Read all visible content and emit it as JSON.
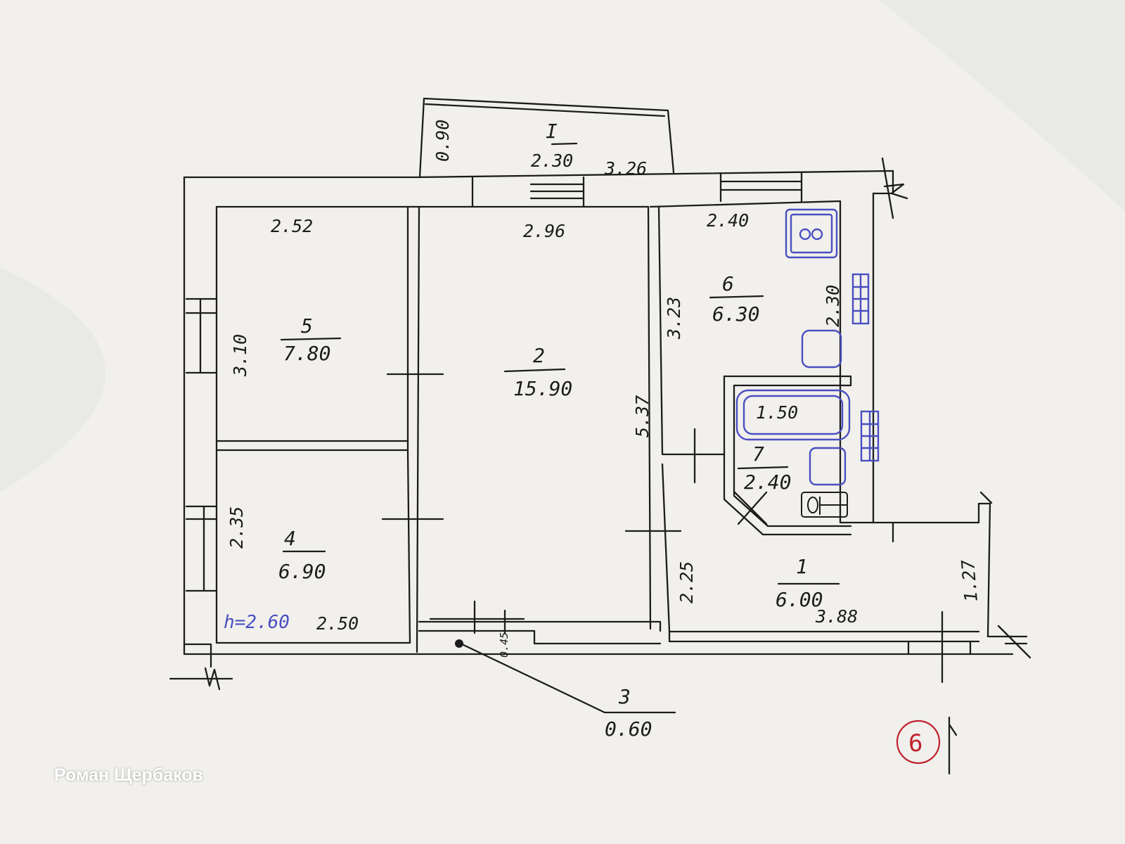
{
  "watermark": "Роман Щербаков",
  "sheet_number": "6",
  "rooms": [
    {
      "id": "1",
      "area": "6.00"
    },
    {
      "id": "2",
      "area": "15.90"
    },
    {
      "id": "3",
      "area": "0.60"
    },
    {
      "id": "4",
      "area": "6.90"
    },
    {
      "id": "5",
      "area": "7.80"
    },
    {
      "id": "6",
      "area": "6.30"
    },
    {
      "id": "7",
      "area": "2.40"
    }
  ],
  "balcony": {
    "id": "I",
    "length": "2.30",
    "depth": "0.90"
  },
  "dimensions": {
    "d_3_26": "3.26",
    "d_2_52": "2.52",
    "d_2_96": "2.96",
    "d_2_40": "2.40",
    "d_3_10": "3.10",
    "d_3_23": "3.23",
    "d_2_30": "2.30",
    "d_5_37": "5.37",
    "d_1_50": "1.50",
    "d_2_35": "2.35",
    "d_2_25": "2.25",
    "d_1_27": "1.27",
    "d_3_88": "3.88",
    "d_2_50": "2.50",
    "d_0_45": "0.45",
    "ceiling_height": "h=2.60"
  },
  "colors": {
    "ink": "#1c1c1c",
    "blue_ink": "#4a4fc0",
    "stamp": "#c0222e",
    "paper": "#f2f1ee"
  }
}
